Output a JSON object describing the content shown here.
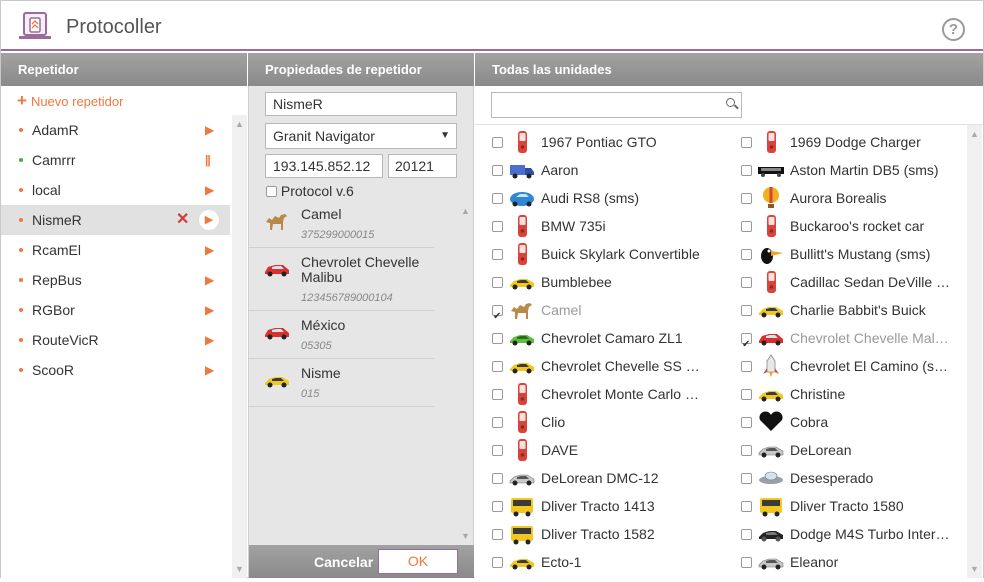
{
  "app": {
    "title": "Protocoller"
  },
  "headers": {
    "col1": "Repetidor",
    "col2": "Propiedades de repetidor",
    "col3": "Todas las unidades"
  },
  "repeaters": {
    "new_label": "Nuevo repetidor",
    "items": [
      {
        "name": "AdamR",
        "status": "orange",
        "action": "play"
      },
      {
        "name": "Camrrr",
        "status": "green",
        "action": "pause"
      },
      {
        "name": "local",
        "status": "orange",
        "action": "play"
      },
      {
        "name": "NismeR",
        "status": "orange",
        "action": "play",
        "selected": true
      },
      {
        "name": "RcamEl",
        "status": "orange",
        "action": "play"
      },
      {
        "name": "RepBus",
        "status": "orange",
        "action": "play"
      },
      {
        "name": "RGBor",
        "status": "orange",
        "action": "play"
      },
      {
        "name": "RouteVicR",
        "status": "orange",
        "action": "play"
      },
      {
        "name": "ScooR",
        "status": "orange",
        "action": "play"
      }
    ]
  },
  "props": {
    "name": "NismeR",
    "protocol": "Granit Navigator",
    "ip": "193.145.852.12",
    "port": "20121",
    "protocol_v6_label": "Protocol v.6",
    "units": [
      {
        "name": "Camel",
        "id": "375299000015",
        "icon": "camel"
      },
      {
        "name": "Chevrolet Chevelle Malibu",
        "id": "123456789000104",
        "icon": "red-car"
      },
      {
        "name": "México",
        "id": "05305",
        "icon": "red-car"
      },
      {
        "name": "Nisme",
        "id": "015",
        "icon": "yellow-car"
      }
    ],
    "cancel_label": "Cancelar",
    "ok_label": "OK"
  },
  "all_units": {
    "left": [
      {
        "name": "1967 Pontiac GTO",
        "icon": "phone",
        "checked": false
      },
      {
        "name": "Aaron",
        "icon": "blue-truck",
        "checked": false
      },
      {
        "name": "Audi RS8 (sms)",
        "icon": "blue-car",
        "checked": false
      },
      {
        "name": "BMW 735i",
        "icon": "phone",
        "checked": false
      },
      {
        "name": "Buick Skylark Convertible",
        "icon": "phone",
        "checked": false
      },
      {
        "name": "Bumblebee",
        "icon": "yellow-car",
        "checked": false
      },
      {
        "name": "Camel",
        "icon": "camel",
        "checked": true
      },
      {
        "name": "Chevrolet Camaro ZL1",
        "icon": "green-car",
        "checked": false
      },
      {
        "name": "Chevrolet Chevelle SS …",
        "icon": "yellow-car",
        "checked": false
      },
      {
        "name": "Chevrolet Monte Carlo …",
        "icon": "phone",
        "checked": false
      },
      {
        "name": "Clio",
        "icon": "phone",
        "checked": false
      },
      {
        "name": "DAVE",
        "icon": "phone",
        "checked": false
      },
      {
        "name": "DeLorean DMC-12",
        "icon": "silver-car",
        "checked": false
      },
      {
        "name": "Dliver Tracto 1413",
        "icon": "bus",
        "checked": false
      },
      {
        "name": "Dliver Tracto 1582",
        "icon": "bus",
        "checked": false
      },
      {
        "name": "Ecto-1",
        "icon": "yellow-car",
        "checked": false
      }
    ],
    "right": [
      {
        "name": "1969 Dodge Charger",
        "icon": "phone",
        "checked": false
      },
      {
        "name": "Aston Martin DB5 (sms)",
        "icon": "limo",
        "checked": false
      },
      {
        "name": "Aurora Borealis",
        "icon": "balloon",
        "checked": false
      },
      {
        "name": "Buckaroo's rocket car",
        "icon": "phone",
        "checked": false
      },
      {
        "name": "Bullitt's Mustang (sms)",
        "icon": "toucan",
        "checked": false
      },
      {
        "name": "Cadillac Sedan DeVille …",
        "icon": "phone",
        "checked": false
      },
      {
        "name": "Charlie Babbit's Buick",
        "icon": "yellow-car",
        "checked": false
      },
      {
        "name": "Chevrolet Chevelle Mal…",
        "icon": "red-car",
        "checked": true
      },
      {
        "name": "Chevrolet El Camino (s…",
        "icon": "rocket",
        "checked": false
      },
      {
        "name": "Christine",
        "icon": "yellow-car",
        "checked": false
      },
      {
        "name": "Cobra",
        "icon": "heart",
        "checked": false
      },
      {
        "name": "DeLorean",
        "icon": "silver-car",
        "checked": false
      },
      {
        "name": "Desesperado",
        "icon": "ufo",
        "checked": false
      },
      {
        "name": "Dliver Tracto 1580",
        "icon": "bus",
        "checked": false
      },
      {
        "name": "Dodge M4S Turbo Inter…",
        "icon": "black-car",
        "checked": false
      },
      {
        "name": "Eleanor",
        "icon": "silver-car",
        "checked": false
      }
    ]
  },
  "colors": {
    "accent": "#f0783c",
    "header": "#939393",
    "brand": "#9b6b9b"
  }
}
